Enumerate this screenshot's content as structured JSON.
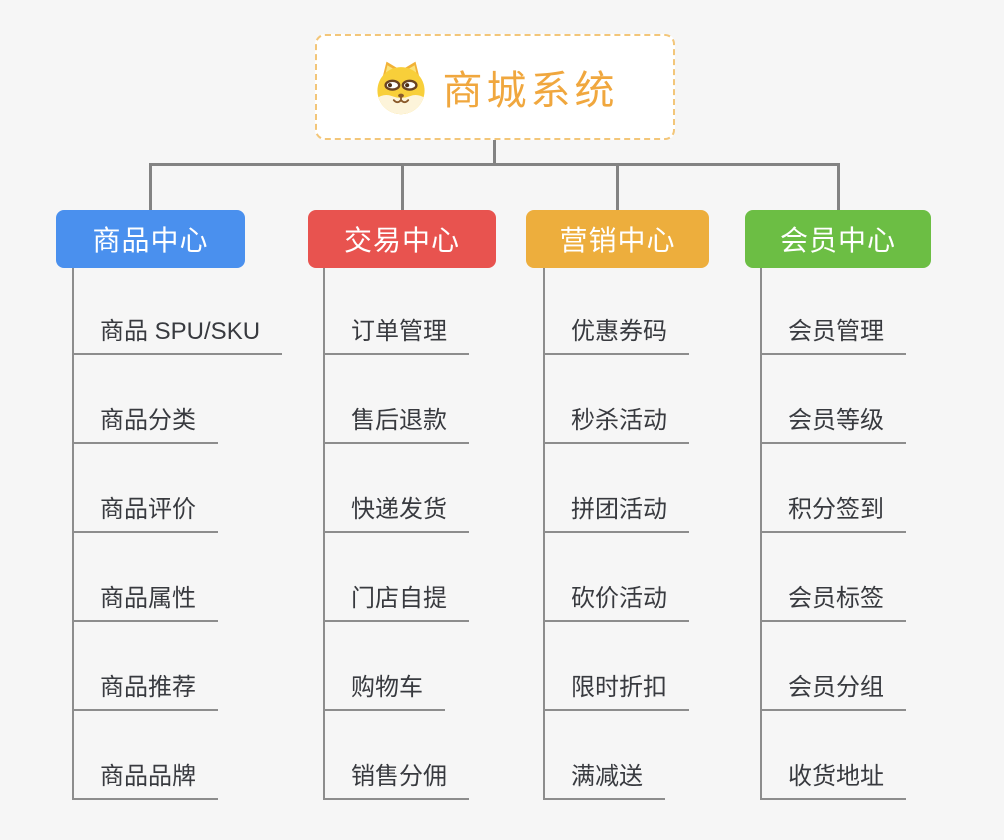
{
  "app": {
    "icon": "shiba-dog-icon"
  },
  "root": {
    "label": "商城系统",
    "text_color": "#f0a73e",
    "border_color": "#f3c679",
    "fill": "#ffffff"
  },
  "connectors": {
    "tree_line_color": "#838383",
    "leaf_line_color": "#8d8d8d"
  },
  "leaf_text_color": "#383a3f",
  "branches": [
    {
      "label": "商品中心",
      "color": "#4a90ee",
      "items": [
        "商品 SPU/SKU",
        "商品分类",
        "商品评价",
        "商品属性",
        "商品推荐",
        "商品品牌"
      ]
    },
    {
      "label": "交易中心",
      "color": "#e8534f",
      "items": [
        "订单管理",
        "售后退款",
        "快递发货",
        "门店自提",
        "购物车",
        "销售分佣"
      ]
    },
    {
      "label": "营销中心",
      "color": "#edae3d",
      "items": [
        "优惠券码",
        "秒杀活动",
        "拼团活动",
        "砍价活动",
        "限时折扣",
        "满减送"
      ]
    },
    {
      "label": "会员中心",
      "color": "#6cbe44",
      "items": [
        "会员管理",
        "会员等级",
        "积分签到",
        "会员标签",
        "会员分组",
        "收货地址"
      ]
    }
  ]
}
